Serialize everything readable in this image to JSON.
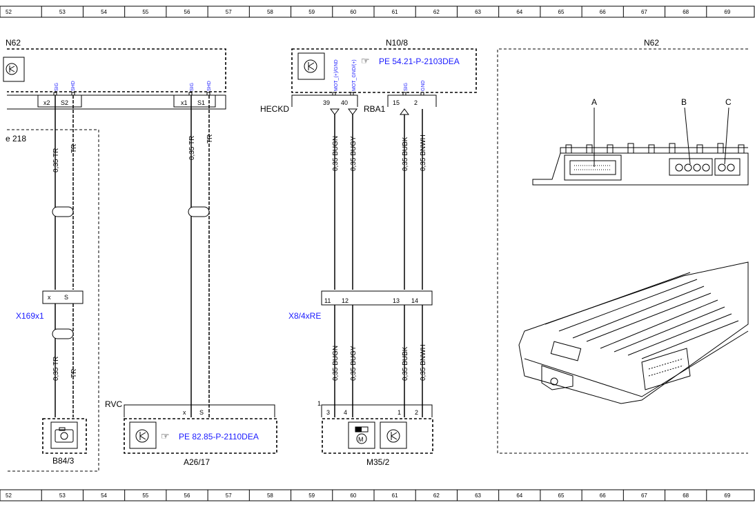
{
  "grid": {
    "top": [
      "52",
      "53",
      "54",
      "55",
      "56",
      "57",
      "58",
      "59",
      "60",
      "61",
      "62",
      "63",
      "64",
      "65",
      "66",
      "67",
      "68",
      "69"
    ],
    "bottom": [
      "52",
      "53",
      "54",
      "55",
      "56",
      "57",
      "58",
      "59",
      "60",
      "61",
      "62",
      "63",
      "64",
      "65",
      "66",
      "67",
      "68",
      "69"
    ]
  },
  "components": {
    "n62_left": "N62",
    "n10_8": "N10/8",
    "n62_right": "N62",
    "b84_3": "B84/3",
    "a26_17": "A26/17",
    "m35_2": "M35/2",
    "x169x1": "X169x1",
    "x8_4xre": "X8/4xRE",
    "e218": "e 218",
    "heckd": "HECKD",
    "rba1": "RBA1",
    "rvc": "RVC"
  },
  "links": {
    "n10_8_ref": "PE 54.21-P-2103DEA",
    "a26_17_ref": "PE 82.85-P-2110DEA"
  },
  "connector_letters": [
    "A",
    "B",
    "C"
  ],
  "pins": {
    "sig": "SIG",
    "shd": "SHD",
    "gnd": "GND",
    "mot_pos": "MOT_(+)/GND",
    "mot_gnd": "MOT_GND/(+)",
    "x2": "x2",
    "s2": "S2",
    "x1": "x1",
    "s1": "S1",
    "x": "x",
    "s": "S",
    "p39": "39",
    "p40": "40",
    "p15": "15",
    "p2": "2",
    "p11": "11",
    "p12": "12",
    "p13": "13",
    "p14": "14",
    "p3": "3",
    "p4": "4",
    "p1": "1",
    "p2b": "2",
    "p1b": "1"
  },
  "wires": {
    "tr035": "0,35 TR",
    "tr": "TR",
    "bugn": "0,35 BUGN",
    "bugy": "0,35 BUGY",
    "bubk": "0,35 BUBK",
    "bnwh": "0,35 BNWH"
  }
}
